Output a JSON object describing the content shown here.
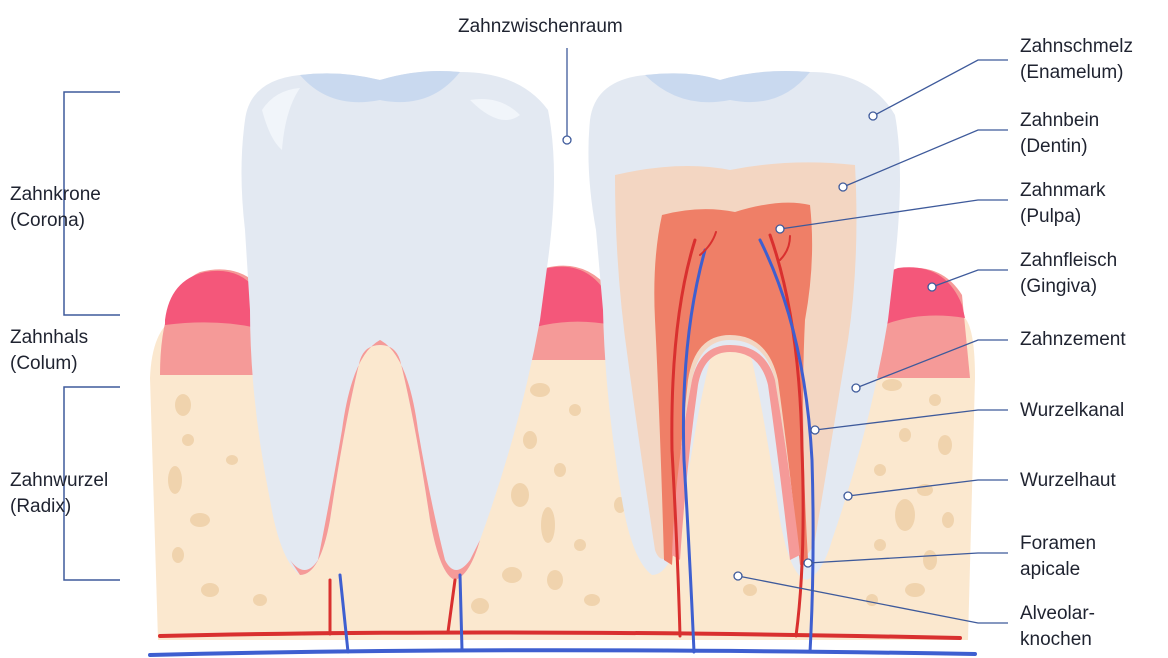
{
  "top_label": "Zahnzwischenraum",
  "left_labels": {
    "crown": [
      "Zahnkrone",
      "(Corona)"
    ],
    "neck": [
      "Zahnhals",
      "(Colum)"
    ],
    "root": [
      "Zahnwurzel",
      "(Radix)"
    ]
  },
  "right_labels": {
    "enamel": [
      "Zahnschmelz",
      "(Enamelum)"
    ],
    "dentin": [
      "Zahnbein",
      "(Dentin)"
    ],
    "pulp": [
      "Zahnmark",
      "(Pulpa)"
    ],
    "gingiva": [
      "Zahnfleisch",
      "(Gingiva)"
    ],
    "cementum": [
      "Zahnzement"
    ],
    "root_canal": [
      "Wurzelkanal"
    ],
    "periodontium": [
      "Wurzelhaut"
    ],
    "foramen": [
      "Foramen",
      "apicale"
    ],
    "bone": [
      "Alveolar-",
      "knochen"
    ]
  },
  "colors": {
    "enamel": "#e3e9f2",
    "enamel_shade": "#c9d9ef",
    "dentin": "#f3d6c2",
    "pulp": "#ef7f67",
    "gum": "#f4577a",
    "gum_light": "#f59a98",
    "bone": "#fbe8cf",
    "bone_spot": "#f0d3ad",
    "artery": "#d9302f",
    "vein": "#3e5fd0",
    "leader": "#3e5a9b"
  }
}
